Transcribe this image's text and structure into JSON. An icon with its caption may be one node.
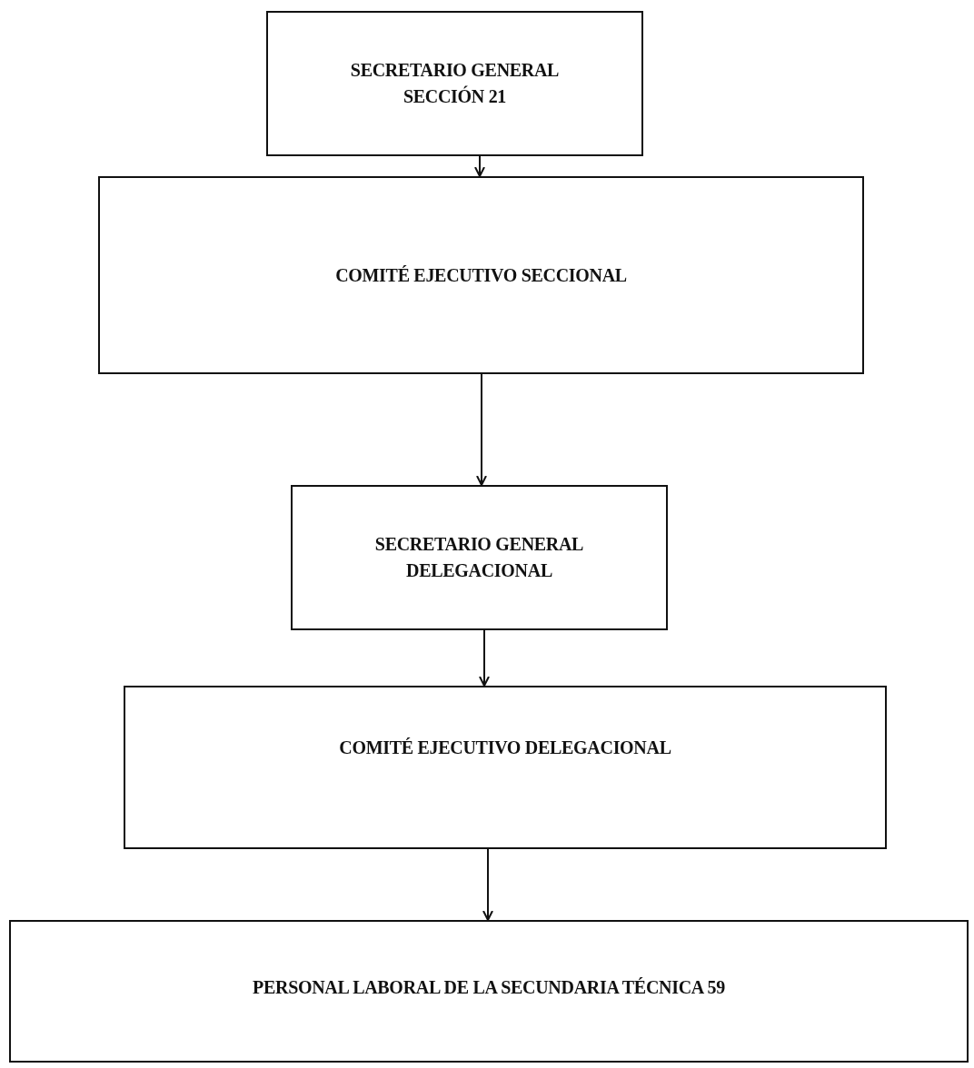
{
  "diagram": {
    "nodes": [
      {
        "text": [
          "SECRETARIO GENERAL SECCIÓN 21"
        ]
      },
      {
        "text": [
          "COMITÉ EJECUTIVO SECCIONAL"
        ]
      },
      {
        "text": [
          "SECRETARIO GENERAL DELEGACIONAL"
        ]
      },
      {
        "text": [
          "COMITÉ EJECUTIVO DELEGACIONAL"
        ]
      },
      {
        "text": [
          "PERSONAL LABORAL DE LA SECUNDARIA TÉCNICA 59"
        ]
      }
    ],
    "edges": [
      {
        "from": 0,
        "to": 1,
        "arrow": "to"
      },
      {
        "from": 1,
        "to": 2,
        "arrow": "to"
      },
      {
        "from": 2,
        "to": 3,
        "arrow": "to"
      },
      {
        "from": 3,
        "to": 4,
        "arrow": "to"
      }
    ]
  }
}
